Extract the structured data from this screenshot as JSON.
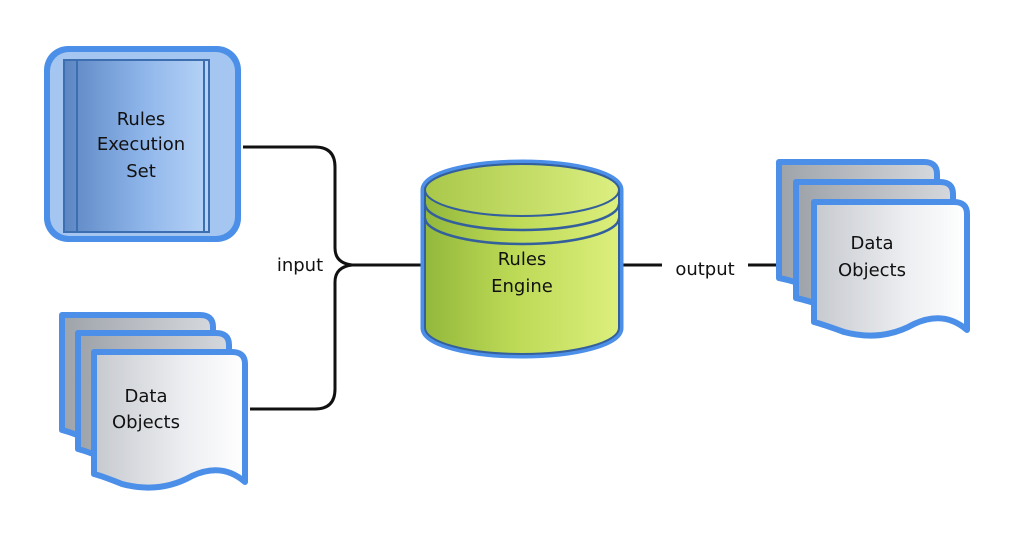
{
  "diagram": {
    "rules_execution_set": {
      "lines": [
        "Rules",
        "Execution",
        "Set"
      ],
      "fill": "#8fb6ea",
      "border": "#4b8fe8"
    },
    "data_objects_input": {
      "lines": [
        "Data",
        "Objects"
      ]
    },
    "rules_engine": {
      "lines": [
        "Rules",
        "Engine"
      ],
      "fill": "#c3dc57",
      "border": "#4b8fe8"
    },
    "data_objects_output": {
      "lines": [
        "Data",
        "Objects"
      ]
    },
    "connectors": {
      "input_label": "input",
      "output_label": "output"
    }
  }
}
